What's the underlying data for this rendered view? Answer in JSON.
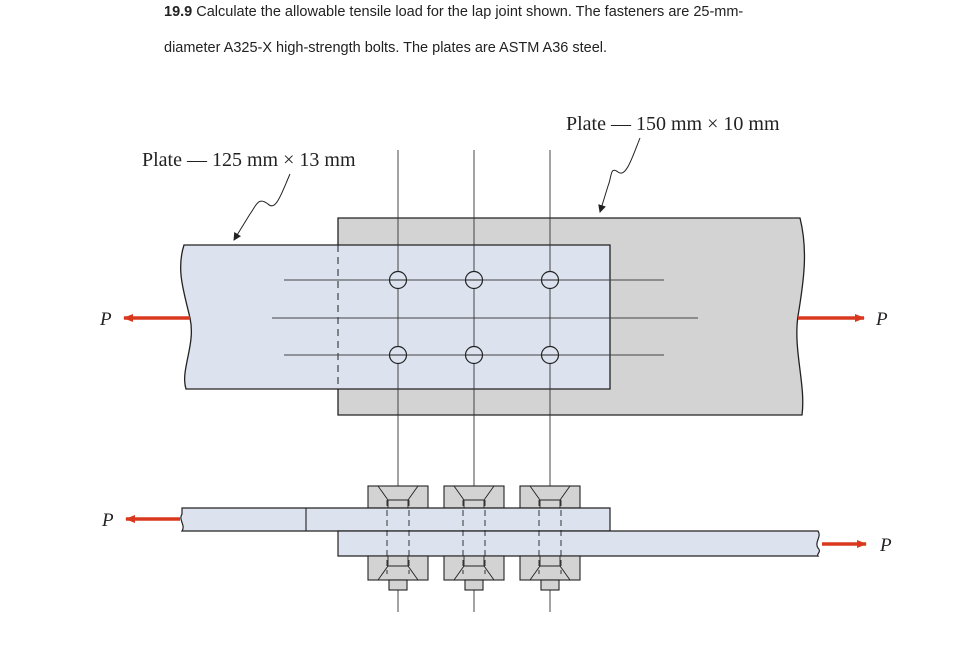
{
  "problem": {
    "number": "19.9",
    "line1": "Calculate the allowable tensile load for the lap joint shown. The fasteners are 25-mm-",
    "line2": "diameter A325-X high-strength bolts. The plates are ASTM A36 steel."
  },
  "figure": {
    "plate_top_label": "Plate — 150 mm × 10 mm",
    "plate_left_label": "Plate — 125 mm × 13 mm",
    "load_symbol": "P",
    "colors": {
      "plate_light": "#dce3ef",
      "plate_gray": "#d3d3d3",
      "arrow": "#d9381e",
      "outline": "#222222"
    }
  }
}
